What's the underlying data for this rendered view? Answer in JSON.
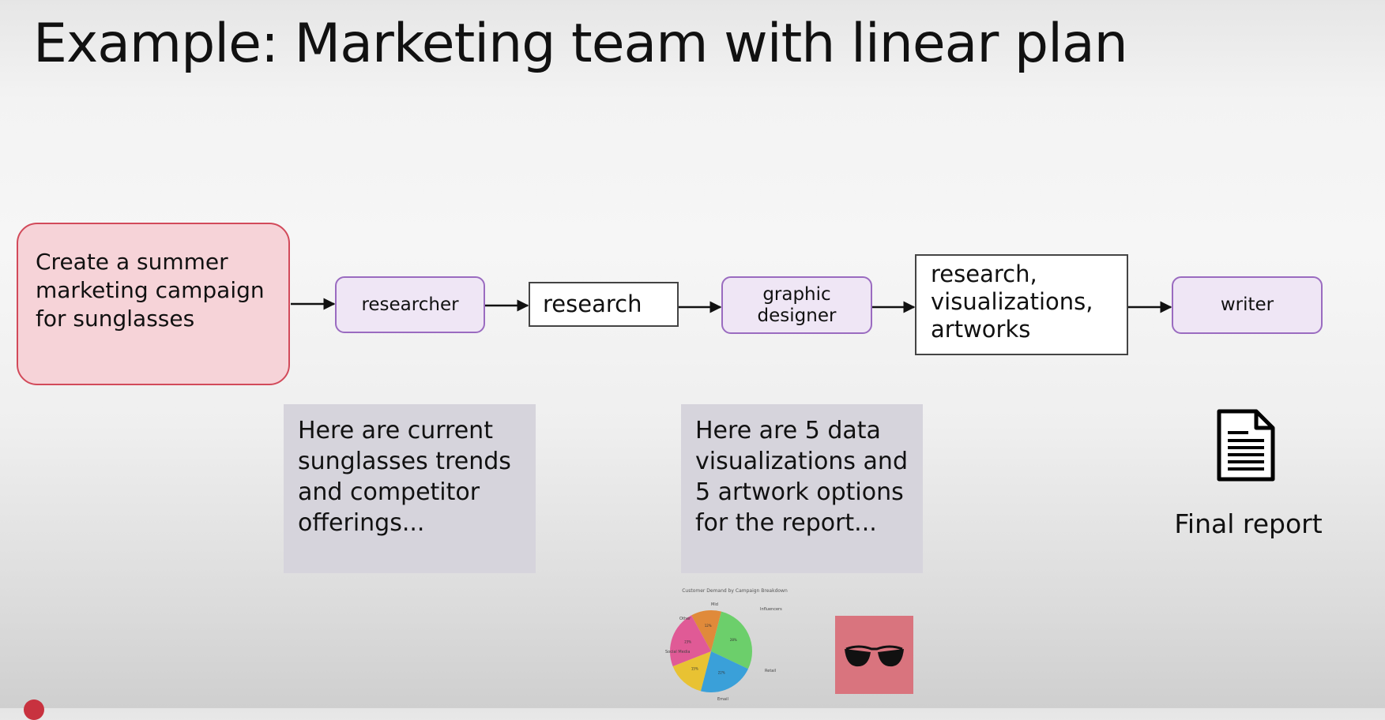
{
  "title": "Example: Marketing team with linear plan",
  "task": "Create a summer marketing campaign for sunglasses",
  "flow": {
    "researcher": "researcher",
    "research": "research",
    "graphic_designer": "graphic designer",
    "combined": "research, visualizations, artworks",
    "writer": "writer"
  },
  "notes": {
    "researcher_output": "Here are current sunglasses trends and competitor offerings...",
    "designer_output": "Here are 5 data visualizations and 5 artwork options for the report..."
  },
  "final": {
    "label": "Final report",
    "icon": "document-icon"
  },
  "chart_data": {
    "type": "pie",
    "title": "Customer Demand by Campaign Breakdown",
    "labels": [
      "Mid",
      "Influencers",
      "Social Media",
      "Retail",
      "Email",
      "Other"
    ],
    "values": [
      12,
      28,
      22,
      15,
      23
    ],
    "colors": [
      "#e08a3a",
      "#6ccf6b",
      "#3aa0d9",
      "#e8c233",
      "#e05a96"
    ]
  },
  "colors": {
    "task_fill": "#f6d3d8",
    "task_border": "#d24a5a",
    "agent_fill": "#efe6f5",
    "agent_border": "#9a6bc0",
    "note_fill": "#d6d4dc",
    "artwork_bg": "#d9747e"
  }
}
